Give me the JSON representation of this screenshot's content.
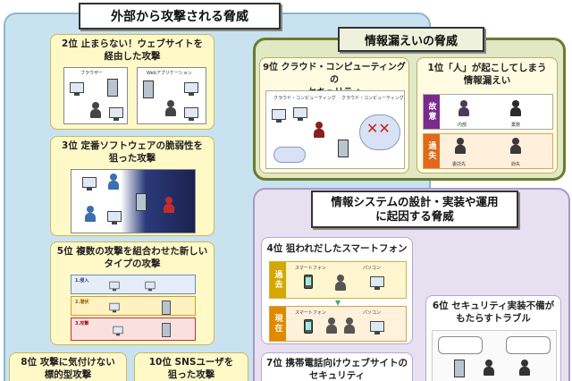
{
  "sections": {
    "external": {
      "heading": "外部から攻撃される脅威"
    },
    "leak": {
      "heading": "情報漏えいの脅威"
    },
    "design": {
      "heading_line1": "情報システムの設計・実装や運用",
      "heading_line2": "に起因する脅威"
    }
  },
  "cards": {
    "rank2": {
      "line1": "2位 止まらない！ウェブサイトを",
      "line2": "経由した攻撃",
      "sub_left": "ブラウザー",
      "sub_right": "Webアプリケーション"
    },
    "rank3": {
      "line1": "3位 定番ソフトウェアの脆弱性を",
      "line2": "狙った攻撃"
    },
    "rank5": {
      "line1": "5位 複数の攻撃を組合わせた新しい",
      "line2": "タイプの攻撃",
      "step1": "1.侵入",
      "step2": "2.潜伏",
      "step3": "3.攻撃"
    },
    "rank8": {
      "line1": "8位 攻撃に気付けない",
      "line2": "標的型攻撃"
    },
    "rank10": {
      "line1": "10位 SNSユーザを",
      "line2": "狙った攻撃"
    },
    "rank9": {
      "line1": "9位 クラウド・コンピューティングの",
      "line2": "セキュリティ",
      "note_left": "クラウド・コンピューティング",
      "note_right": "クラウド・コンピューティング"
    },
    "rank1": {
      "line1": "1位「人」が起こしてしまう",
      "line2": "情報漏えい",
      "tag_intent": "故意",
      "tag_error": "過失",
      "label_a": "内部",
      "label_b": "業務",
      "label_c": "委託先",
      "label_d": "紛失"
    },
    "rank4": {
      "line1": "4位 狙われだしたスマートフォン",
      "tag_past": "過去",
      "tag_now": "現在",
      "smartphone": "スマートフォン",
      "pc": "パソコン"
    },
    "rank7": {
      "line1": "7位 携帯電話向けウェブサイトの",
      "line2": "セキュリティ"
    },
    "rank6": {
      "line1": "6位 セキュリティ実装不備が",
      "line2": "もたらすトラブル"
    }
  },
  "colors": {
    "external_bg": "#c9e2ef",
    "leak_bg": "#e0e8c4",
    "design_bg": "#e7e0f1",
    "intent_tag": "#7a2a8e",
    "error_tag": "#e06a1a",
    "past_tag": "#d4a800",
    "now_tag": "#e08a00"
  }
}
